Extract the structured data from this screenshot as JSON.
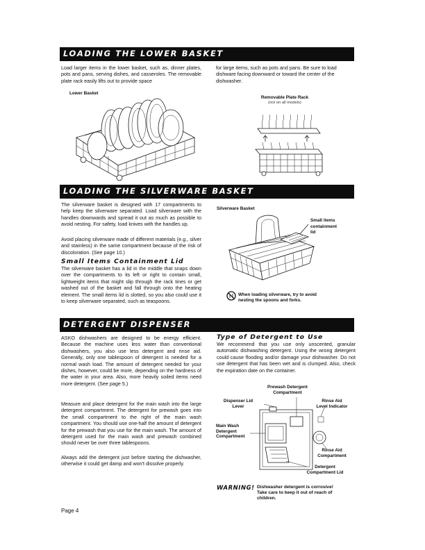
{
  "sections": {
    "lower": {
      "title": "LOADING THE LOWER BASKET",
      "col1": "Load larger items in the lower basket, such as, dinner plates, pots and pans, serving dishes, and casseroles. The removable plate rack easily lifts out to provide space",
      "col2": "for large items, such as pots and pans. Be sure to load dishware facing downward or toward the center of the dishwasher.",
      "fig_lower_label": "Lower Basket",
      "fig_rack_label": "Removable Plate Rack",
      "fig_rack_note": "(not on all models)"
    },
    "silverware": {
      "title": "LOADING THE SILVERWARE BASKET",
      "p1": "The silverware basket is designed with 17 compartments to help keep the silverware separated. Load silverware with the handles downwards and spread it out as much as possible to avoid nesting. For safety, load knives with the handles up.",
      "p2": "Avoid placing silverware made of different materials (e.g., silver and stainless) in the same compartment because of the risk of discoloration. (See page 10.)",
      "sub_heading": "Small Items Containment Lid",
      "p3": "The silverware basket has a lid in the middle that snaps down over the compartments to its left or right to contain small, lightweight items that might slip through the rack tines or get washed out of the basket and fall through onto the heating element. The small items lid is slotted, so you also could use it to keep silverware separated, such as teaspoons.",
      "fig_label": "Silverware Basket",
      "fig_lid_label_1": "Small items",
      "fig_lid_label_2": "containment",
      "fig_lid_label_3": "lid",
      "fig_caution_1": "When loading silverware, try to avoid",
      "fig_caution_2": "nesting the spoons and forks."
    },
    "detergent": {
      "title": "DETERGENT DISPENSER",
      "p1": "ASKO dishwashers are designed to be energy efficient. Because the machine uses less water than conventional dishwashers, you also use less detergent and rinse aid. Generally, only one tablespoon of detergent is needed for a normal wash load. The amount of detergent needed for your dishes, however, could be more, depending on the hardness of the water in your area. Also, more heavily soiled items need more detergent. (See page 5.)",
      "p2": "Measure and place detergent for the main wash into the large detergent compartment. The detergent for prewash goes into the small compartment to the right of the main wash compartment.  You should use one-half the amount of detergent for the prewash that you use for the main wash. The amount of detergent used for the main wash and prewash combined should never be over three tablespoons.",
      "p3": "Always add the detergent just before starting the dishwasher, otherwise it could get damp and won't dissolve properly.",
      "type_heading": "Type of Detergent to Use",
      "type_text": "We recommend that you use only unscented, granular automatic dishwashing detergent. Using the wrong detergent could cause flooding and/or damage your dishwasher. Do not use detergent that has been wet and is clumped. Also, check the expiration date on the container.",
      "fig": {
        "prewash_1": "Prewash Detergent",
        "prewash_2": "Compartment",
        "lever_1": "Dispenser Lid",
        "lever_2": "Lever",
        "rinse_ind_1": "Rinse Aid",
        "rinse_ind_2": "Level Indicator",
        "main_1": "Main Wash",
        "main_2": "Detergent",
        "main_3": "Compartment",
        "rinse_comp_1": "Rinse Aid",
        "rinse_comp_2": "Compartment",
        "det_lid_1": "Detergent",
        "det_lid_2": "Compartment Lid"
      },
      "warning_head": "WARNING!",
      "warning_1": "Dishwasher detergent is corrosive!",
      "warning_2": "Take care to keep it out of reach of",
      "warning_3": "children."
    }
  },
  "page_number": "Page 4"
}
